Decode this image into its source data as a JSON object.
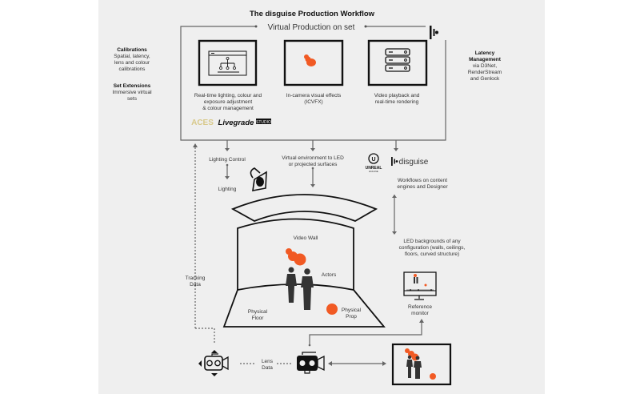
{
  "title": "The disguise Production Workflow",
  "frame_title": "Virtual Production on set",
  "left_notes": {
    "calibrations": {
      "heading": "Calibrations",
      "lines": [
        "Spatial, latency,",
        "lens and colour",
        "calibrations"
      ]
    },
    "set_extensions": {
      "heading": "Set Extensions",
      "lines": [
        "Immersive virtual",
        "sets"
      ]
    }
  },
  "right_notes": {
    "heading": [
      "Latency",
      "Management"
    ],
    "lines": [
      "via D3Net,",
      "RenderStream",
      "and Genlock"
    ]
  },
  "boxes": [
    {
      "icon": "lighting-control-window-icon",
      "caption": [
        "Real-time lighting, colour and",
        "exposure adjustment",
        "& colour management"
      ]
    },
    {
      "icon": "icvfx-blob-icon",
      "caption": [
        "In-camera visual effects",
        "(ICVFX)"
      ]
    },
    {
      "icon": "server-rack-icon",
      "caption": [
        "Video playback and",
        "real-time rendering"
      ]
    }
  ],
  "logos": {
    "aces": "ACES",
    "livegrade": "Livegrade",
    "livegrade_badge": "STUDIO",
    "unreal": "UNREAL",
    "unreal_sub": "ENGINE",
    "disguise": "disguise"
  },
  "flow": {
    "lighting_control": "Lighting Control",
    "lighting": "Lighting",
    "virtual_env": [
      "Virtual environment to LED",
      "or projected surfaces"
    ],
    "workflows": [
      "Workflows on content",
      "engines and Designer"
    ],
    "led_backgrounds": [
      "LED backgrounds of any",
      "configuration (walls, ceilings,",
      "floors, curved structure)"
    ],
    "video_wall": "Video Wall",
    "actors": "Actors",
    "physical_floor": [
      "Physical",
      "Floor"
    ],
    "physical_prop": [
      "Physical",
      "Prop"
    ],
    "tracking_data": [
      "Tracking",
      "Data"
    ],
    "lens_data": [
      "Lens",
      "Data"
    ],
    "reference_monitor": [
      "Reference",
      "monitor"
    ]
  },
  "colors": {
    "accent": "#f15a24",
    "ink": "#111111",
    "panel": "#efefef"
  }
}
